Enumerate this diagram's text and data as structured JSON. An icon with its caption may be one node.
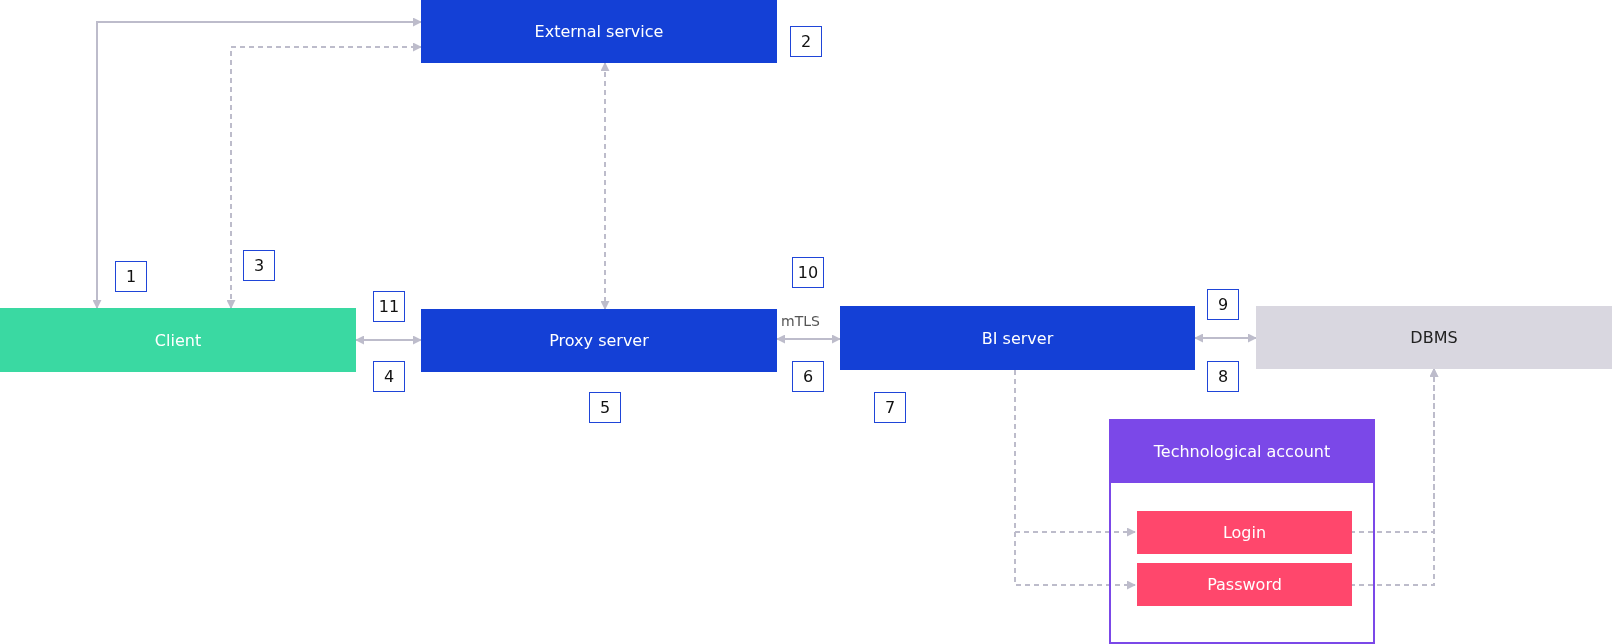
{
  "diagram": {
    "nodes": [
      {
        "text": [
          "External service"
        ]
      },
      {
        "text": [
          "Client"
        ]
      },
      {
        "text": [
          "Proxy server"
        ]
      },
      {
        "text": [
          "BI server"
        ]
      },
      {
        "text": [
          "DBMS"
        ]
      },
      {
        "text": [
          "Technological account"
        ]
      },
      {
        "text": [
          "Login"
        ],
        "in": 5
      },
      {
        "text": [
          "Password"
        ],
        "in": 5
      }
    ],
    "edges": [
      {
        "from": 1,
        "to": 0,
        "arrow": "both"
      },
      {
        "from": 1,
        "to": 0,
        "arrow": "both",
        "style": "dashed"
      },
      {
        "from": 0,
        "to": 2,
        "arrow": "both",
        "style": "dashed"
      },
      {
        "from": 1,
        "to": 2,
        "arrow": "both"
      },
      {
        "from": 2,
        "to": 3,
        "arrow": "both",
        "label": "mTLS"
      },
      {
        "from": 3,
        "to": 4,
        "arrow": "both"
      },
      {
        "from": 3,
        "to": 6,
        "arrow": "to",
        "style": "dashed"
      },
      {
        "from": 3,
        "to": 7,
        "arrow": "to",
        "style": "dashed"
      },
      {
        "from": 6,
        "to": 4,
        "arrow": "to",
        "style": "dashed"
      },
      {
        "from": 7,
        "to": 4,
        "arrow": "to",
        "style": "dashed"
      }
    ],
    "labels": [
      "2",
      "3",
      "10",
      "1",
      "9",
      "11",
      "4",
      "6",
      "8",
      "5",
      "7"
    ]
  }
}
